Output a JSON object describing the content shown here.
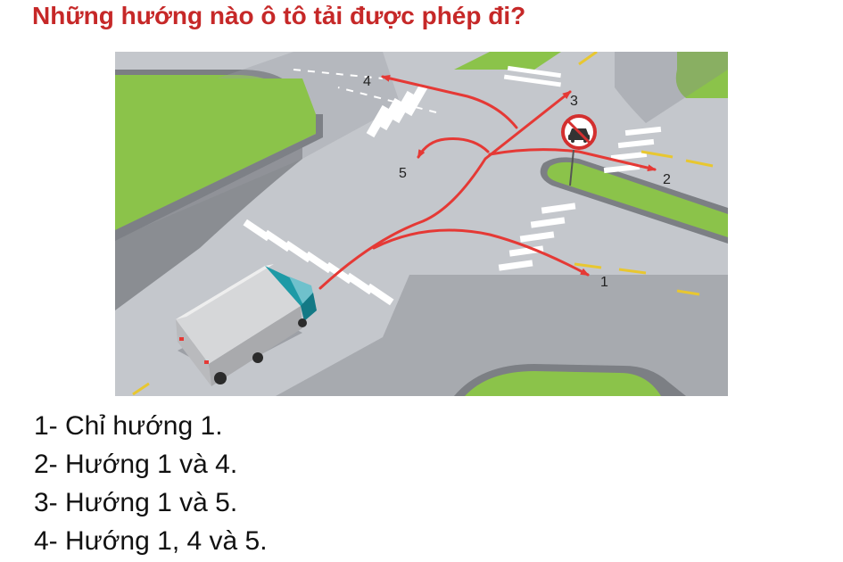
{
  "question": "Những hướng nào ô tô tải được phép đi?",
  "illustration": {
    "direction_labels": [
      "1",
      "2",
      "3",
      "4",
      "5"
    ],
    "sign": "no-cars-prohibition-sign",
    "vehicle": "truck-icon",
    "colors": {
      "arrow": "#e53935",
      "grass": "#8bc34a",
      "road": "#c4c7cc",
      "sign_border": "#d32f2f"
    }
  },
  "answers": [
    "1- Chỉ hướng 1.",
    "2- Hướng 1 và 4.",
    "3- Hướng 1 và 5.",
    "4- Hướng 1, 4 và 5."
  ]
}
